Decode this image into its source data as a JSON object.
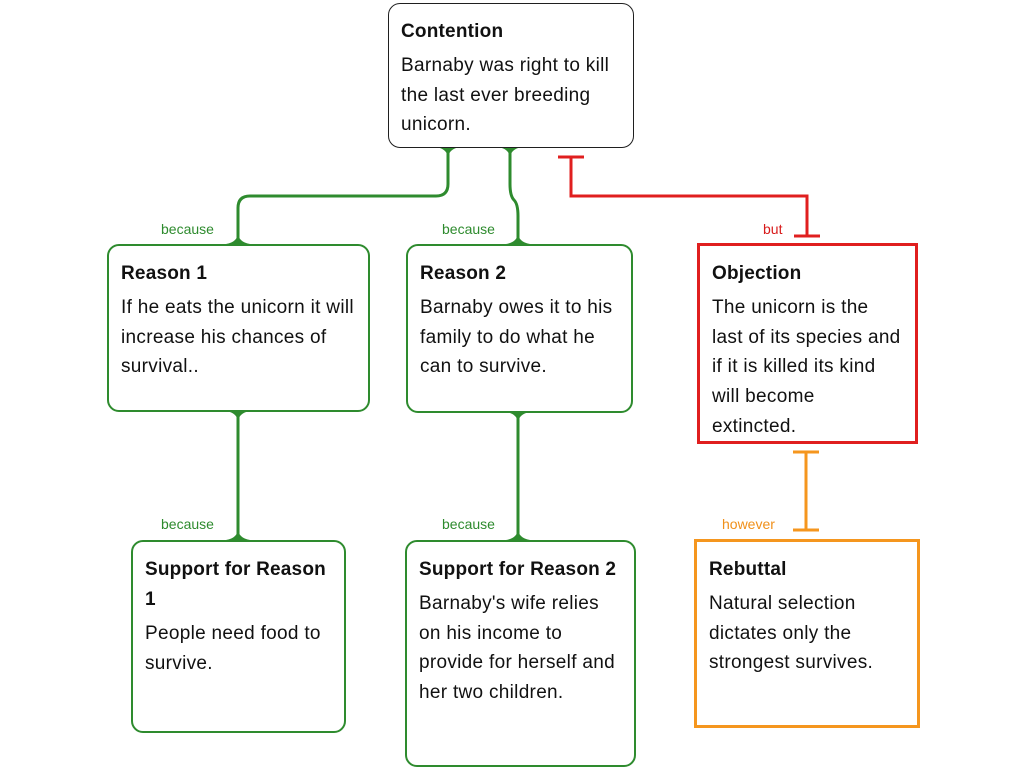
{
  "colors": {
    "support": "#2e8b2e",
    "objection": "#e01f1f",
    "rebuttal": "#f5961e",
    "contention_border": "#1f1f1f"
  },
  "contention": {
    "title": "Contention",
    "body": "Barnaby was right to kill the last ever breeding unicorn."
  },
  "reason1": {
    "title": "Reason 1",
    "body": "If he eats the unicorn it will increase his chances of survival.."
  },
  "reason2": {
    "title": "Reason 2",
    "body": "Barnaby owes it to his family to do what he can to survive."
  },
  "objection": {
    "title": "Objection",
    "body": "The unicorn is the last of its species and if it is killed its kind will become extincted."
  },
  "support1": {
    "title": "Support for Reason 1",
    "body": "People need food to survive."
  },
  "support2": {
    "title": "Support for Reason 2",
    "body": "Barnaby's wife relies on his income to provide for herself and her two children."
  },
  "rebuttal": {
    "title": "Rebuttal",
    "body": "Natural selection dictates only the strongest survives."
  },
  "labels": {
    "because_reason1": "because",
    "because_reason2": "because",
    "but_objection": "but",
    "because_support1": "because",
    "because_support2": "because",
    "however_rebuttal": "however"
  }
}
